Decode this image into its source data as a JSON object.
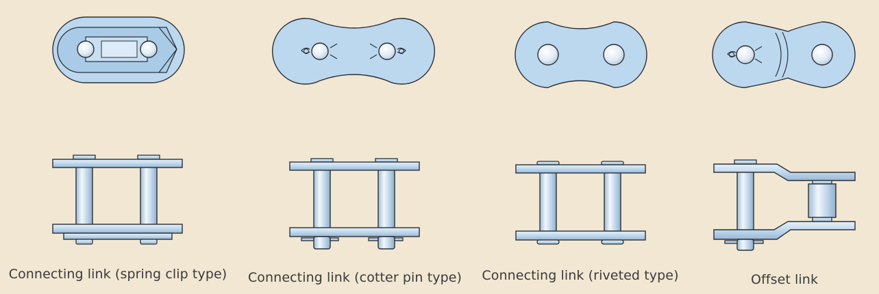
{
  "captions": {
    "spring_clip": "Connecting link (spring clip type)",
    "cotter_pin": "Connecting link (cotter pin type)",
    "riveted": "Connecting link (riveted type)",
    "offset": "Offset link"
  },
  "colors": {
    "background": "#f1e7d3",
    "link_fill": "#bcd8ef",
    "link_fill_dark": "#a9cbe7",
    "outline": "#2b2f35",
    "text": "#3a3a3a"
  }
}
